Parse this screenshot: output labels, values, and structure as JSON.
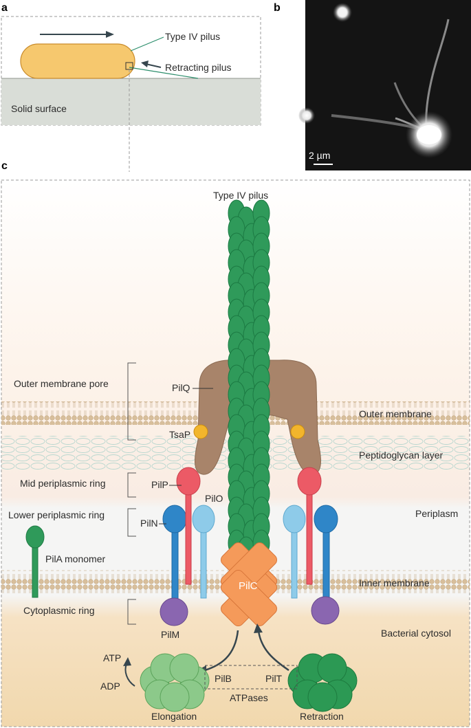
{
  "panels": {
    "a": "a",
    "b": "b",
    "c": "c"
  },
  "panel_a": {
    "type_iv_pilus": "Type IV pilus",
    "retracting_pilus": "Retracting pilus",
    "solid_surface": "Solid surface"
  },
  "panel_b": {
    "scale_bar": "2 µm"
  },
  "panel_c": {
    "title": "Type IV pilus",
    "left": {
      "outer_membrane_pore": "Outer membrane pore",
      "pilq": "PilQ",
      "tsap": "TsaP",
      "mid_periplasmic_ring": "Mid periplasmic ring",
      "pilp": "PilP",
      "pilo": "PilO",
      "lower_periplasmic_ring": "Lower periplasmic ring",
      "piln": "PilN",
      "pila_monomer": "PilA monomer",
      "cytoplasmic_ring": "Cytoplasmic ring",
      "pilm": "PilM"
    },
    "right": {
      "outer_membrane": "Outer membrane",
      "peptidoglycan_layer": "Peptidoglycan layer",
      "periplasm": "Periplasm",
      "inner_membrane": "Inner membrane",
      "bacterial_cytosol": "Bacterial cytosol"
    },
    "center": {
      "pilc": "PilC"
    },
    "bottom": {
      "atp": "ATP",
      "adp": "ADP",
      "pilb": "PilB",
      "pilt": "PilT",
      "atpases": "ATPases",
      "elongation": "Elongation",
      "retraction": "Retraction"
    }
  },
  "colors": {
    "cell": "#f6c86e",
    "surface": "#d9ddd7",
    "pilus_green": "#2f9a5a",
    "pilq_brown": "#a8846a",
    "pilp_red": "#ec5a66",
    "pilo_light_blue": "#8ecbe9",
    "piln_blue": "#2f86c8",
    "pilm_purple": "#8a66b0",
    "pilc_orange": "#f59a5a",
    "pilb_light_green": "#8cc98a",
    "pilt_dark_green": "#2c9954",
    "tsap_yellow": "#f2b52c"
  }
}
